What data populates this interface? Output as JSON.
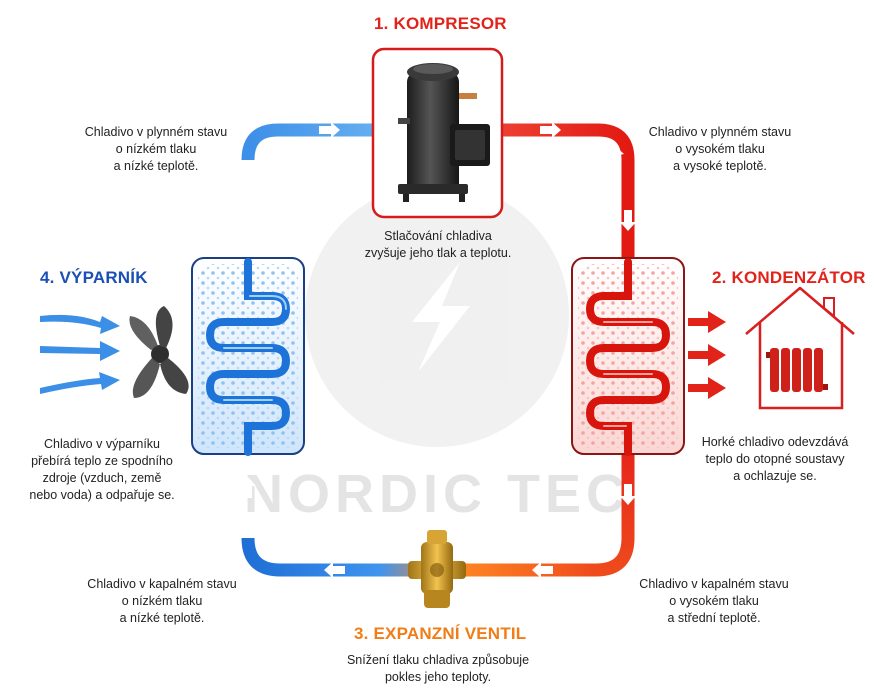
{
  "components": {
    "compressor": {
      "title": "1. KOMPRESOR",
      "description": "Stlačování chladiva\nzvyšuje jeho tlak a teplotu."
    },
    "condenser": {
      "title": "2. KONDENZÁTOR",
      "description": "Horké chladivo odevzdává\nteplo do otopné soustavy\na ochlazuje se."
    },
    "expansion_valve": {
      "title": "3. EXPANZNÍ VENTIL",
      "description": "Snížení tlaku chladiva způsobuje\npokles jeho teploty."
    },
    "evaporator": {
      "title": "4. VÝPARNÍK",
      "description": "Chladivo v výparníku\npřebírá teplo ze spodního\nzdroje (vzduch, země\nnebo voda) a odpařuje se."
    }
  },
  "states": {
    "top_left": "Chladivo v plynném stavu\no nízkém tlaku\na nízké teplotě.",
    "top_right": "Chladivo v plynném stavu\no vysokém tlaku\na vysoké teplotě.",
    "bottom_left": "Chladivo v kapalném stavu\no nízkém tlaku\na nízké teplotě.",
    "bottom_right": "Chladivo v kapalném stavu\no vysokém tlaku\na střední teplotě."
  },
  "watermark": "NORDIC TEC",
  "colors": {
    "hot": "#e2231a",
    "cold": "#1e73d8",
    "warm": "#f07d16",
    "evaporator_title": "#1a4fb4"
  }
}
